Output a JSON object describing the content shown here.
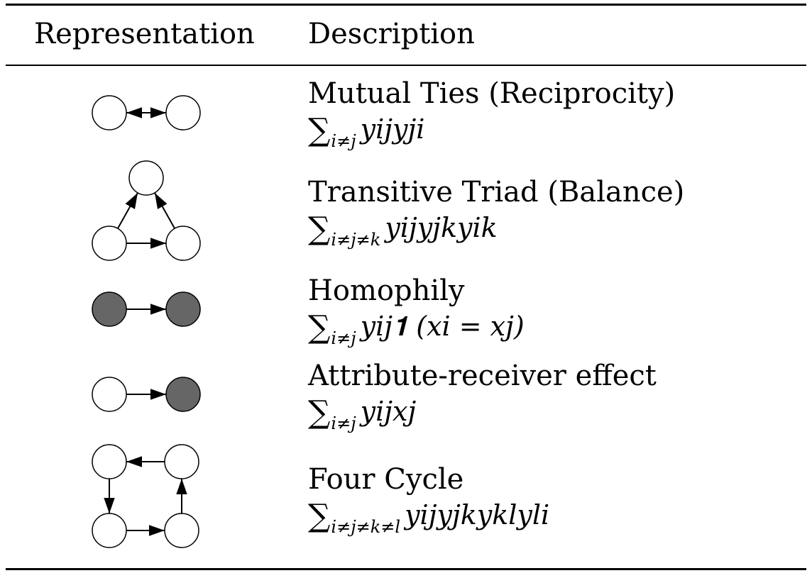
{
  "header": {
    "representation": "Representation",
    "description": "Description"
  },
  "rows": [
    {
      "name": "Mutual Ties (Reciprocity)",
      "sub": "i≠j",
      "terms": "yijyji"
    },
    {
      "name": "Transitive Triad (Balance)",
      "sub": "i≠j≠k",
      "terms": "yijyjkyik"
    },
    {
      "name": "Homophily",
      "sub": "i≠j",
      "terms": "yij𝟏 (xi = xj)"
    },
    {
      "name": "Attribute-receiver effect",
      "sub": "i≠j",
      "terms": "yijxj"
    },
    {
      "name": "Four Cycle",
      "sub": "i≠j≠k≠l",
      "terms": "yijyjkyklyli"
    }
  ],
  "colors": {
    "node_fill_empty": "#ffffff",
    "node_fill_attribute": "#666666",
    "stroke": "#000000"
  }
}
